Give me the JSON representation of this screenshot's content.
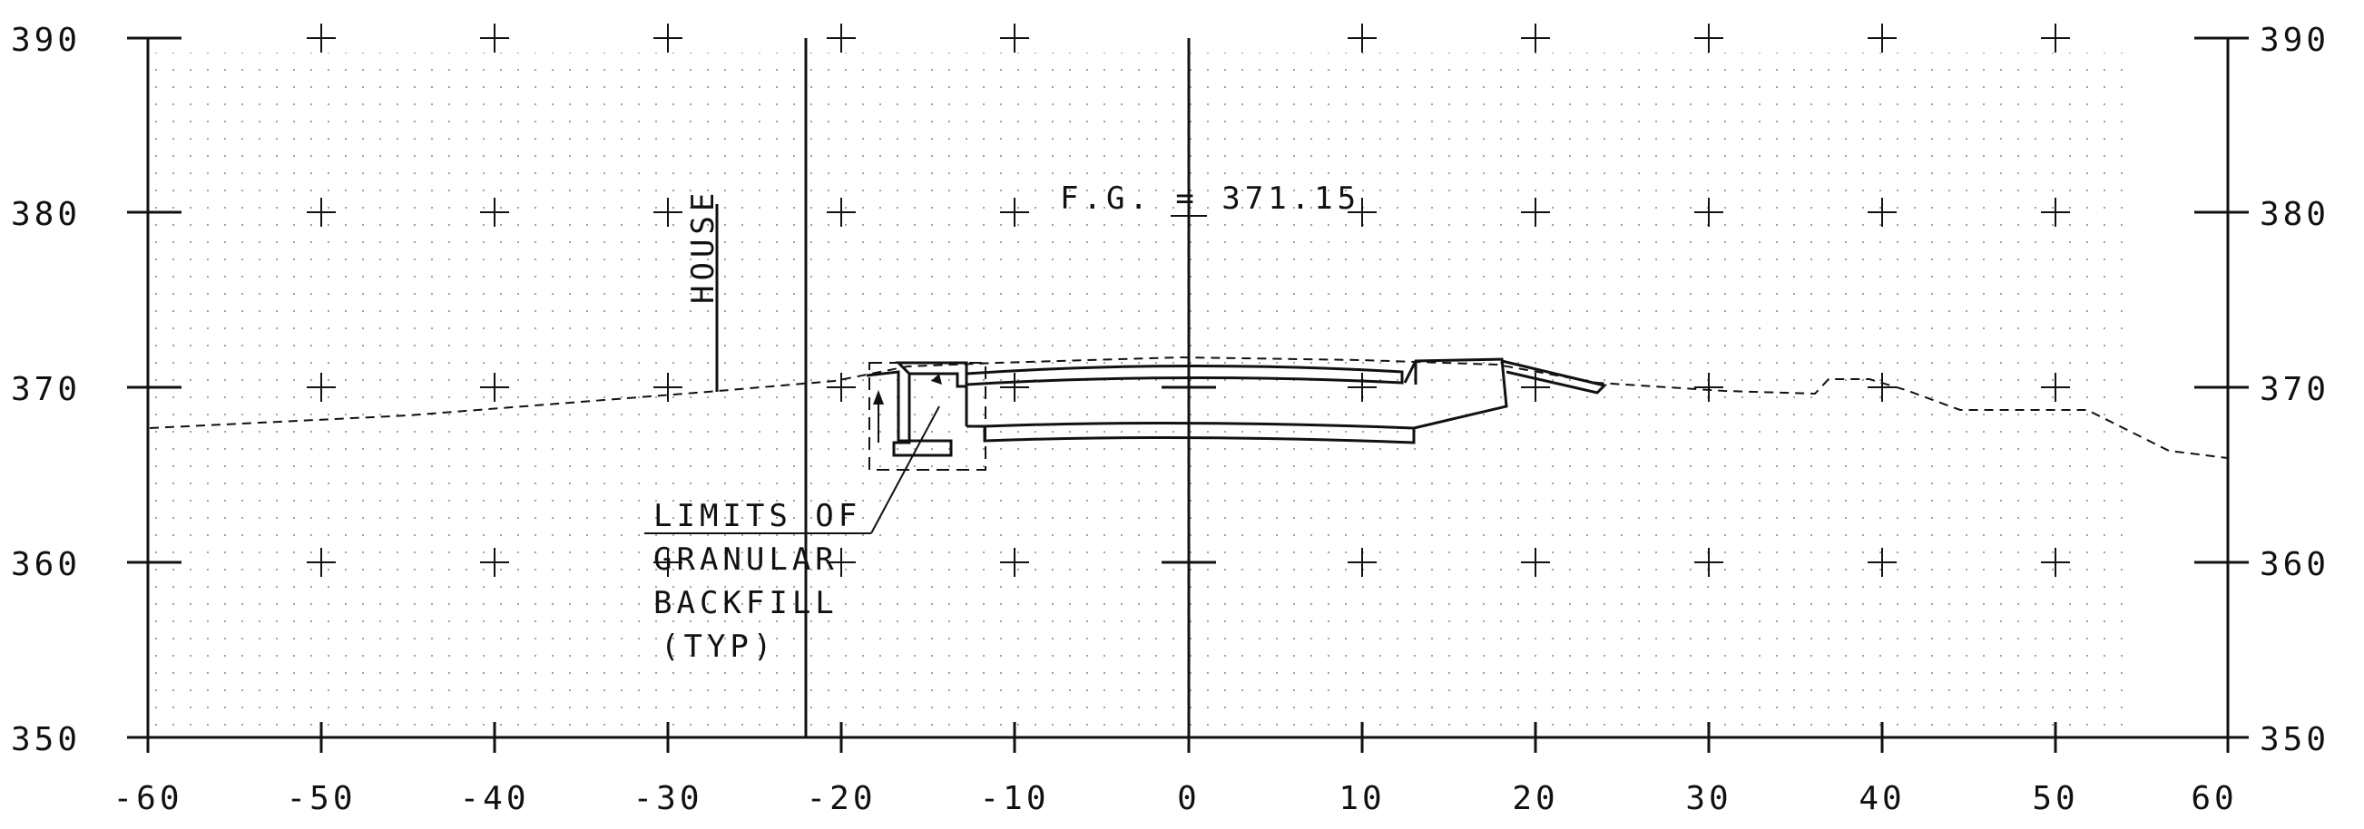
{
  "x_axis": {
    "ticks": [
      "-60",
      "-50",
      "-40",
      "-30",
      "-20",
      "-10",
      "0",
      "10",
      "20",
      "30",
      "40",
      "50",
      "60"
    ]
  },
  "y_axis": {
    "ticks": [
      "390",
      "380",
      "370",
      "360",
      "350"
    ]
  },
  "annotations": {
    "finished_grade": "F.G. = 371.15",
    "house": "HOUSE",
    "limits_line1": "LIMITS OF",
    "limits_line2": "GRANULAR",
    "limits_line3": "BACKFILL",
    "limits_line4": "(TYP)"
  }
}
